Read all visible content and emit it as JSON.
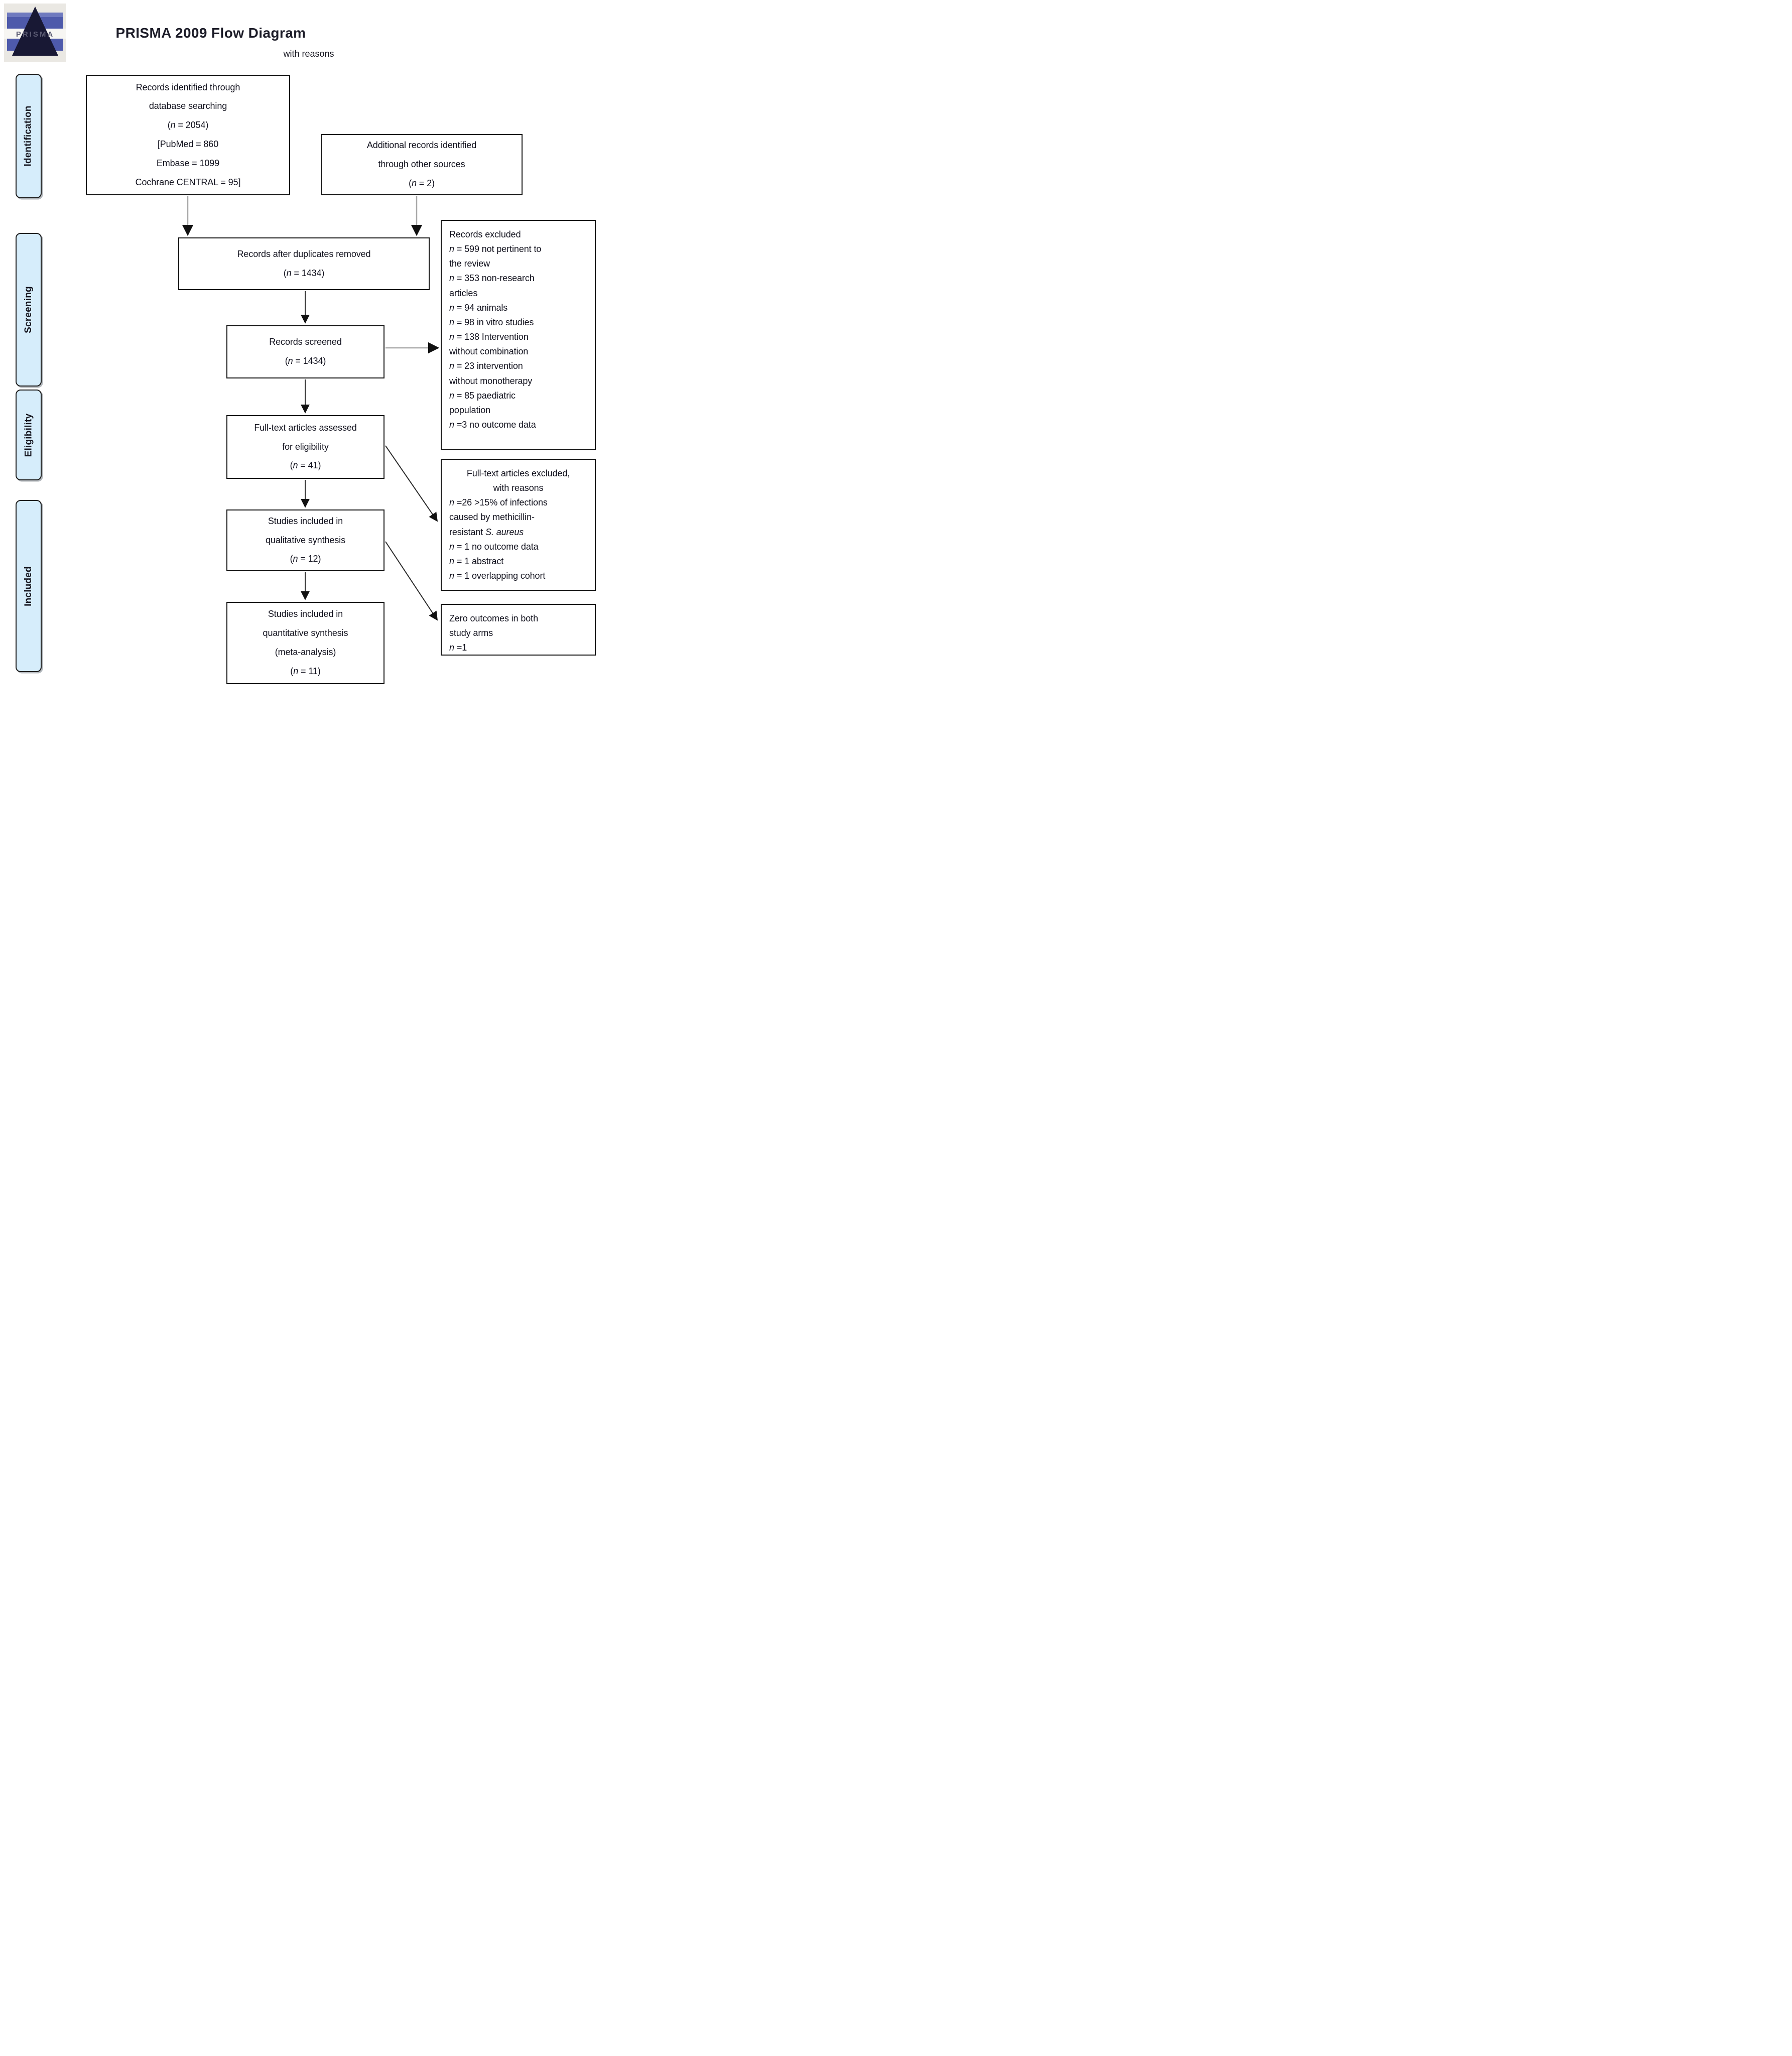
{
  "header": {
    "title": "PRISMA 2009 Flow Diagram",
    "subtitle": "with reasons",
    "logo_text": "PRISMA"
  },
  "sidebar": {
    "stages": [
      {
        "label": "Identification"
      },
      {
        "label": "Screening"
      },
      {
        "label": "Eligibility"
      },
      {
        "label": "Included"
      }
    ]
  },
  "boxes": {
    "identified": {
      "lines": [
        "Records identified through",
        "database searching",
        "(n = 2054)",
        "[PubMed = 860",
        "Embase = 1099",
        "Cochrane CENTRAL = 95]"
      ]
    },
    "additional": {
      "lines": [
        "Additional records identified",
        "through other sources",
        "(n = 2)"
      ]
    },
    "duplicates": {
      "lines": [
        "Records after duplicates removed",
        "(n = 1434)"
      ]
    },
    "screened": {
      "lines": [
        "Records screened",
        "(n = 1434)"
      ]
    },
    "fulltext": {
      "lines": [
        "Full-text articles assessed",
        "for eligibility",
        "(n = 41)"
      ]
    },
    "qualitative": {
      "lines": [
        "Studies included in",
        "qualitative synthesis",
        "(n = 12)"
      ]
    },
    "quantitative": {
      "lines": [
        "Studies included in",
        "quantitative synthesis",
        "(meta-analysis)",
        "(n = 11)"
      ]
    },
    "records_excluded": {
      "lines": [
        "Records excluded",
        "n = 599 not pertinent to",
        "the review",
        "n = 353 non-research",
        "articles",
        "n = 94 animals",
        "n = 98 in vitro studies",
        "n = 138 Intervention",
        "without combination",
        "n = 23 intervention",
        "without monotherapy",
        "n = 85 paediatric",
        "population",
        "n =3 no outcome data"
      ]
    },
    "fulltext_excluded": {
      "header_lines": [
        "Full-text articles excluded,",
        "with reasons"
      ],
      "lines": [
        "n =26 >15% of infections",
        "caused by methicillin-",
        "resistant S. aureus",
        "n = 1 no outcome data",
        "n = 1 abstract",
        "n = 1 overlapping cohort"
      ]
    },
    "zero_outcomes": {
      "lines": [
        "Zero outcomes in both",
        "study arms",
        "n =1"
      ]
    }
  },
  "colors": {
    "box_border": "#141414",
    "sidebar_fill": "#d6edfb",
    "text": "#10101c",
    "arrow_dark": "#2b2b2b",
    "arrow_gray": "#a8a8a8",
    "arrowhead": "#111111",
    "logo_blue": "#4e5aab",
    "logo_navy": "#181834",
    "logo_bg": "#eae8e3"
  }
}
